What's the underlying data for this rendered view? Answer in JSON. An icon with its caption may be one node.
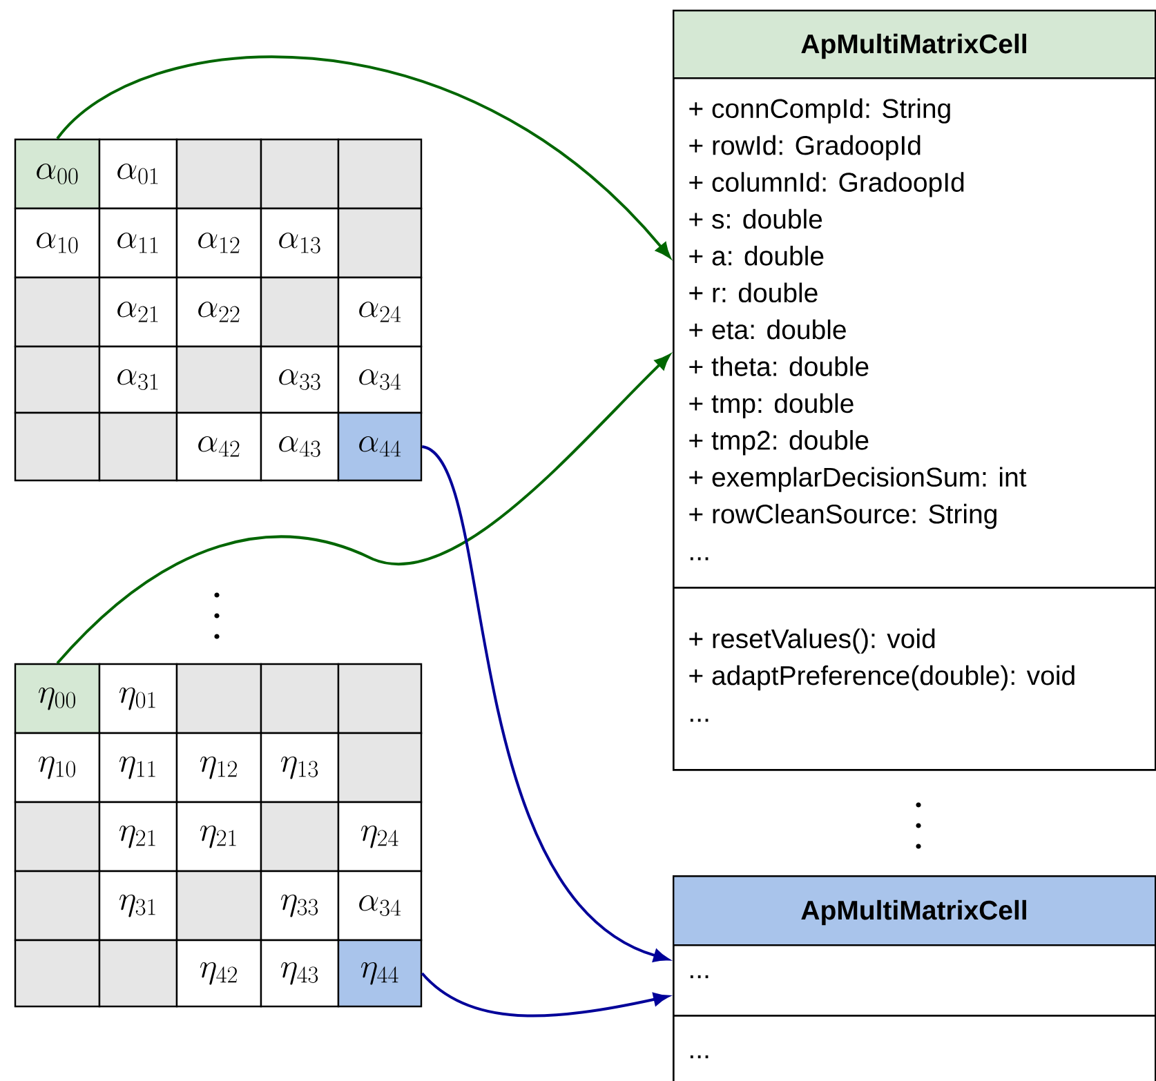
{
  "diagram": {
    "nodes": [
      {
        "text": [
          "\\alpha_{00}"
        ]
      },
      {
        "text": [
          "\\alpha_{01}"
        ]
      },
      {
        "text": [],
        "shape": "box"
      },
      {
        "text": [],
        "shape": "box"
      },
      {
        "text": [],
        "shape": "box"
      },
      {
        "text": [
          "\\alpha_{10}"
        ]
      },
      {
        "text": [
          "\\alpha_{11}"
        ]
      },
      {
        "text": [
          "\\alpha_{12}"
        ]
      },
      {
        "text": [
          "\\alpha_{13}"
        ]
      },
      {
        "text": [],
        "shape": "box"
      },
      {
        "text": [],
        "shape": "box"
      },
      {
        "text": [
          "\\alpha_{21}"
        ]
      },
      {
        "text": [
          "\\alpha_{22}"
        ]
      },
      {
        "text": [],
        "shape": "box"
      },
      {
        "text": [
          "\\alpha_{24}"
        ]
      },
      {
        "text": [],
        "shape": "box"
      },
      {
        "text": [
          "\\alpha_{31}"
        ]
      },
      {
        "text": [],
        "shape": "box"
      },
      {
        "text": [
          "\\alpha_{33}"
        ]
      },
      {
        "text": [
          "\\alpha_{34}"
        ]
      },
      {
        "text": [],
        "shape": "box"
      },
      {
        "text": [],
        "shape": "box"
      },
      {
        "text": [
          "\\alpha_{42}"
        ]
      },
      {
        "text": [
          "\\alpha_{43}"
        ]
      },
      {
        "text": [
          "\\alpha_{44}"
        ]
      },
      {
        "text": [
          "\\eta_{00}"
        ]
      },
      {
        "text": [
          "\\eta_{01}"
        ]
      },
      {
        "text": [],
        "shape": "box"
      },
      {
        "text": [],
        "shape": "box"
      },
      {
        "text": [],
        "shape": "box"
      },
      {
        "text": [
          "\\eta_{10}"
        ]
      },
      {
        "text": [
          "\\eta_{11}"
        ]
      },
      {
        "text": [
          "\\eta_{12}"
        ]
      },
      {
        "text": [
          "\\eta_{13}"
        ]
      },
      {
        "text": [],
        "shape": "box"
      },
      {
        "text": [],
        "shape": "box"
      },
      {
        "text": [
          "\\eta_{21}"
        ]
      },
      {
        "text": [
          "\\eta_{21}"
        ]
      },
      {
        "text": [],
        "shape": "box"
      },
      {
        "text": [
          "\\eta_{24}"
        ]
      },
      {
        "text": [],
        "shape": "box"
      },
      {
        "text": [
          "\\eta_{31}"
        ]
      },
      {
        "text": [],
        "shape": "box"
      },
      {
        "text": [
          "\\eta_{33}"
        ]
      },
      {
        "text": [
          "\\alpha_{34}"
        ]
      },
      {
        "text": [],
        "shape": "box"
      },
      {
        "text": [],
        "shape": "box"
      },
      {
        "text": [
          "\\eta_{42}"
        ]
      },
      {
        "text": [
          "\\eta_{43}"
        ]
      },
      {
        "text": [
          "\\eta_{44}"
        ]
      },
      {
        "text": [
          "ApMultiMatrixCell"
        ]
      },
      {
        "text": [
          "+ connCompId: String",
          "+ rowId: GradoopId",
          "+ columnId: GradoopId",
          "+ s: double",
          "+ a: double",
          "+ r: double",
          "+ eta: double",
          "+ theta: double",
          "+ tmp: double",
          "+ tmp2: double",
          "+ exemplarDecisionSum: int",
          "+ rowCleanSource: String",
          "..."
        ],
        "in": 50
      },
      {
        "text": [
          "+ resetValues(): void",
          "+ adaptPreference(double): void",
          "..."
        ],
        "in": 50
      },
      {
        "text": [
          "ApMultiMatrixCell"
        ]
      },
      {
        "text": [
          "..."
        ],
        "in": 53
      },
      {
        "text": [
          "..."
        ],
        "in": 53
      }
    ],
    "edges": [
      {
        "from": 0,
        "to": 50,
        "arrow": "to",
        "color": "#006600"
      },
      {
        "from": 25,
        "to": 50,
        "arrow": "to",
        "color": "#006600"
      },
      {
        "from": 24,
        "to": 53,
        "arrow": "to",
        "color": "#000099"
      },
      {
        "from": 49,
        "to": 53,
        "arrow": "to",
        "color": "#000099"
      }
    ]
  }
}
